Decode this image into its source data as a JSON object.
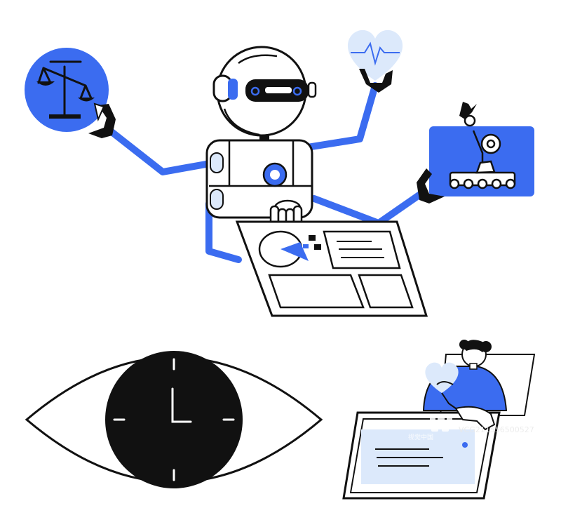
{
  "watermark": {
    "brand": "VCG",
    "domain": "视觉中国",
    "id": "VCG211556500527"
  },
  "colors": {
    "accent": "#3b6cf0",
    "light_blue": "#dce9fb",
    "ink": "#111111",
    "paper": "#ffffff"
  },
  "icons": [
    "scales-of-justice-icon",
    "heart-pulse-icon",
    "robotic-arm-icon",
    "eye-clock-icon",
    "robot-icon",
    "person-with-heart-icon",
    "tablet-icon",
    "dashboard-panel-icon"
  ]
}
